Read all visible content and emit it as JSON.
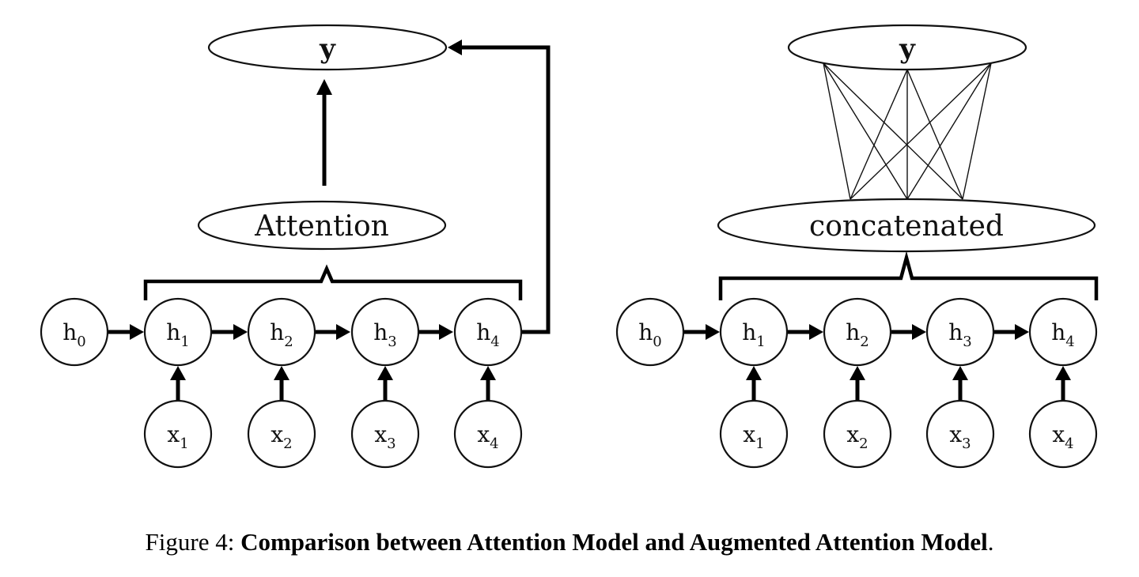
{
  "left_panel": {
    "output_label": "y",
    "attention_label": "Attention",
    "hidden_states": [
      {
        "base": "h",
        "sub": "0"
      },
      {
        "base": "h",
        "sub": "1"
      },
      {
        "base": "h",
        "sub": "2"
      },
      {
        "base": "h",
        "sub": "3"
      },
      {
        "base": "h",
        "sub": "4"
      }
    ],
    "inputs": [
      {
        "base": "x",
        "sub": "1"
      },
      {
        "base": "x",
        "sub": "2"
      },
      {
        "base": "x",
        "sub": "3"
      },
      {
        "base": "x",
        "sub": "4"
      }
    ]
  },
  "right_panel": {
    "output_label": "y",
    "concat_label": "concatenated",
    "hidden_states": [
      {
        "base": "h",
        "sub": "0"
      },
      {
        "base": "h",
        "sub": "1"
      },
      {
        "base": "h",
        "sub": "2"
      },
      {
        "base": "h",
        "sub": "3"
      },
      {
        "base": "h",
        "sub": "4"
      }
    ],
    "inputs": [
      {
        "base": "x",
        "sub": "1"
      },
      {
        "base": "x",
        "sub": "2"
      },
      {
        "base": "x",
        "sub": "3"
      },
      {
        "base": "x",
        "sub": "4"
      }
    ]
  },
  "caption": {
    "prefix": "Figure 4: ",
    "title": "Comparison between Attention Model and Augmented Attention Model",
    "suffix": "."
  }
}
